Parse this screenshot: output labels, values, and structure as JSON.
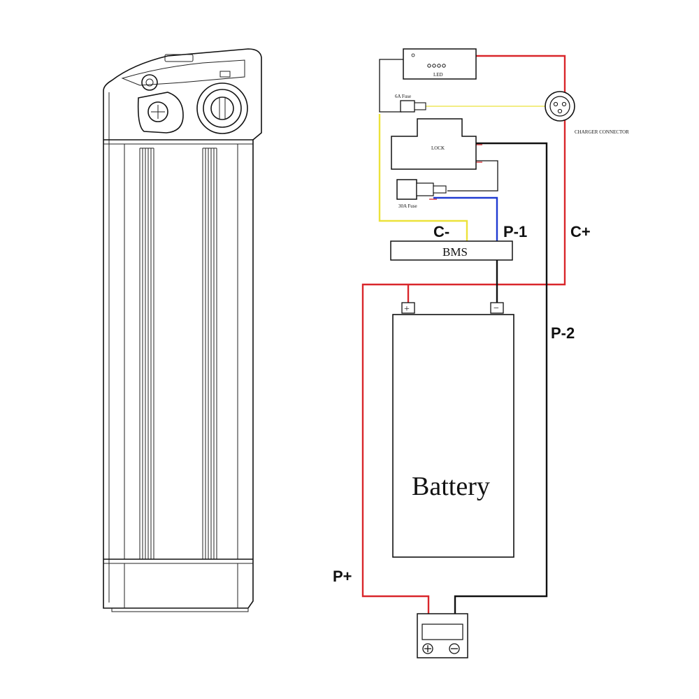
{
  "diagram": {
    "components": {
      "led": "LED",
      "fuse_small": "6A Fuse",
      "charger_connector": "CHARGER CONNECTOR",
      "lock": "LOCK",
      "fuse_main": "30A Fuse",
      "bms": "BMS",
      "battery": "Battery"
    },
    "terminals": {
      "battery_positive": "+",
      "battery_negative": "−"
    },
    "wire_labels": {
      "c_minus": "C-",
      "p1": "P-1",
      "c_plus": "C+",
      "p2": "P-2",
      "p_plus": "P+"
    },
    "wire_colors": {
      "positive": "#d9262b",
      "negative": "#111111",
      "charge_negative": "#ece23a",
      "bms_discharge": "#1f3bd1"
    }
  }
}
